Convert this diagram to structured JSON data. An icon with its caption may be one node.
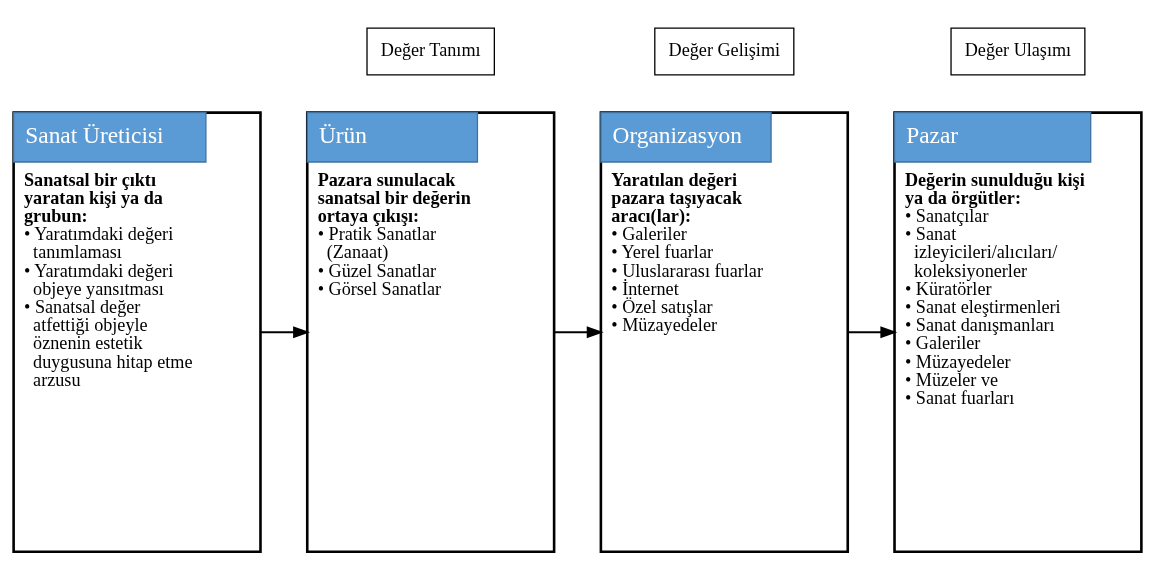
{
  "diagram": {
    "nodes": [
      {
        "text": [
          "Değer Tanımı"
        ]
      },
      {
        "text": [
          "Değer Gelişimi"
        ]
      },
      {
        "text": [
          "Değer Ulaşımı"
        ]
      },
      {
        "text": [
          "Sanat Üreticisi",
          "Sanatsal bir çıktı yaratan kişi ya da grubun:",
          "• Yaratımdaki değeri tanımlaması",
          "• Yaratımdaki değeri objeye yansıtması",
          "• Sanatsal değer atfettiği objeyle öznenin estetik duygusuna hitap etme arzusu"
        ]
      },
      {
        "text": [
          "Ürün",
          "Pazara sunulacak sanatsal bir değerin ortaya çıkışı:",
          "• Pratik Sanatlar (Zanaat)",
          "• Güzel Sanatlar",
          "• Görsel Sanatlar"
        ]
      },
      {
        "text": [
          "Organizasyon",
          "Yaratılan değeri pazara taşıyacak aracı(lar):",
          "• Galeriler",
          "• Yerel fuarlar",
          "• Uluslararası fuarlar",
          "• İnternet",
          "• Özel satışlar",
          "• Müzayedeler"
        ]
      },
      {
        "text": [
          "Pazar",
          "Değerin sunulduğu kişi ya da örgütler:",
          "• Sanatçılar",
          "• Sanat izleyicileri/alıcıları/ koleksiyonerler",
          "• Küratörler",
          "• Sanat eleştirmenleri",
          "• Sanat danışmanları",
          "• Galeriler",
          "• Müzayedeler",
          "• Müzeler ve",
          "• Sanat fuarları"
        ]
      }
    ],
    "edges": [
      {
        "from": 3,
        "to": 4,
        "arrow": "to"
      },
      {
        "from": 4,
        "to": 5,
        "arrow": "to"
      },
      {
        "from": 5,
        "to": 6,
        "arrow": "to"
      }
    ]
  }
}
